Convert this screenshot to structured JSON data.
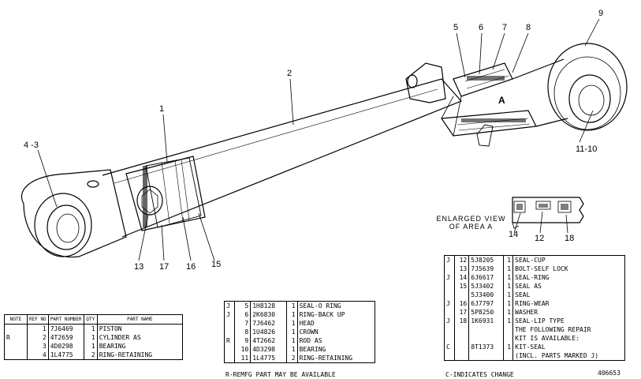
{
  "callouts": [
    {
      "id": "c1",
      "text": "1"
    },
    {
      "id": "c2",
      "text": "2"
    },
    {
      "id": "c43",
      "text": "4 -3"
    },
    {
      "id": "c5",
      "text": "5"
    },
    {
      "id": "c6",
      "text": "6"
    },
    {
      "id": "c7",
      "text": "7"
    },
    {
      "id": "c8",
      "text": "8"
    },
    {
      "id": "c9",
      "text": "9"
    },
    {
      "id": "cA",
      "text": "A"
    },
    {
      "id": "c1110",
      "text": "11-10"
    },
    {
      "id": "c13",
      "text": "13"
    },
    {
      "id": "c17",
      "text": "17"
    },
    {
      "id": "c16",
      "text": "16"
    },
    {
      "id": "c15",
      "text": "15"
    },
    {
      "id": "c14",
      "text": "14"
    },
    {
      "id": "c12",
      "text": "12"
    },
    {
      "id": "c18",
      "text": "18"
    }
  ],
  "enlarged": {
    "line1": "ENLARGED  VIEW",
    "line2": "OF  AREA  A"
  },
  "table1": {
    "headers": {
      "note": "NOTE",
      "ref": "REF NO",
      "part": "PART NUMBER",
      "qty": "QTY",
      "name": "PART NAME"
    },
    "rows": [
      {
        "note": "",
        "ref": "1",
        "part": "7J6469",
        "qty": "1",
        "name": "PISTON"
      },
      {
        "note": "R",
        "ref": "2",
        "part": "4T2659",
        "qty": "1",
        "name": "CYLINDER AS"
      },
      {
        "note": "",
        "ref": "3",
        "part": "4D0298",
        "qty": "1",
        "name": "  BEARING"
      },
      {
        "note": "",
        "ref": "4",
        "part": "1L4775",
        "qty": "2",
        "name": "  RING-RETAINING"
      }
    ]
  },
  "table2": {
    "rows": [
      {
        "note": "J",
        "ref": "5",
        "part": "1H8128",
        "qty": "1",
        "name": "SEAL-O RING"
      },
      {
        "note": "J",
        "ref": "6",
        "part": "2K6830",
        "qty": "1",
        "name": "RING-BACK UP"
      },
      {
        "note": "",
        "ref": "7",
        "part": "7J6462",
        "qty": "1",
        "name": "HEAD"
      },
      {
        "note": "",
        "ref": "8",
        "part": "1U4826",
        "qty": "1",
        "name": "CROWN"
      },
      {
        "note": "R",
        "ref": "9",
        "part": "4T2662",
        "qty": "1",
        "name": "ROD AS"
      },
      {
        "note": "",
        "ref": "10",
        "part": "4D3298",
        "qty": "1",
        "name": "  BEARING"
      },
      {
        "note": "",
        "ref": "11",
        "part": "1L4775",
        "qty": "2",
        "name": "  RING-RETAINING"
      }
    ],
    "footer": "R-REMFG PART MAY BE AVAILABLE"
  },
  "table3": {
    "rows": [
      {
        "note": "J",
        "ref": "12",
        "part": "5J8205",
        "qty": "1",
        "name": "SEAL-CUP"
      },
      {
        "note": "",
        "ref": "13",
        "part": "7J5639",
        "qty": "1",
        "name": "BOLT-SELF LOCK"
      },
      {
        "note": "J",
        "ref": "14",
        "part": "6J6617",
        "qty": "1",
        "name": "SEAL-RING"
      },
      {
        "note": "",
        "ref": "15",
        "part": "5J3402",
        "qty": "1",
        "name": "SEAL AS"
      },
      {
        "note": "",
        "ref": "",
        "part": "5J3400",
        "qty": "1",
        "name": "  SEAL"
      },
      {
        "note": "J",
        "ref": "16",
        "part": "6J7797",
        "qty": "1",
        "name": "RING-WEAR"
      },
      {
        "note": "",
        "ref": "17",
        "part": "5P8250",
        "qty": "1",
        "name": "WASHER"
      },
      {
        "note": "J",
        "ref": "18",
        "part": "1K6931",
        "qty": "1",
        "name": "SEAL-LIP TYPE"
      },
      {
        "note": "",
        "ref": "",
        "part": "",
        "qty": "",
        "name": "THE FOLLOWING REPAIR"
      },
      {
        "note": "",
        "ref": "",
        "part": "",
        "qty": "",
        "name": "KIT IS AVAILABLE:"
      },
      {
        "note": "C",
        "ref": "",
        "part": "8T1373",
        "qty": "1",
        "name": "KIT-SEAL"
      },
      {
        "note": "",
        "ref": "",
        "part": "",
        "qty": "",
        "name": "(INCL. PARTS MARKED J)"
      }
    ],
    "footer": "C-INDICATES CHANGE"
  },
  "figure_id": "406653"
}
